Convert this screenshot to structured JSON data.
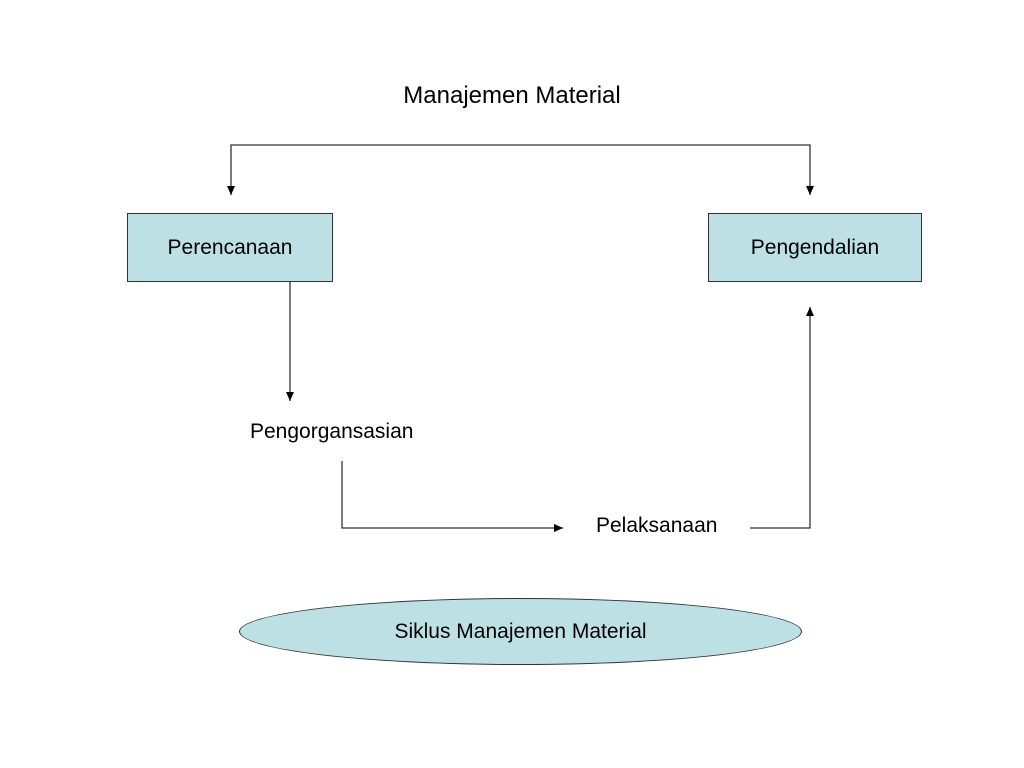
{
  "diagram": {
    "title": "Manajemen Material",
    "nodes": {
      "perencanaan": "Perencanaan",
      "pengendalian": "Pengendalian",
      "pengorganisasian": "Pengorgansasian",
      "pelaksanaan": "Pelaksanaan"
    },
    "caption": "Siklus Manajemen Material",
    "colors": {
      "box_fill": "#bde0e4",
      "stroke": "#333333",
      "text": "#000000"
    }
  }
}
